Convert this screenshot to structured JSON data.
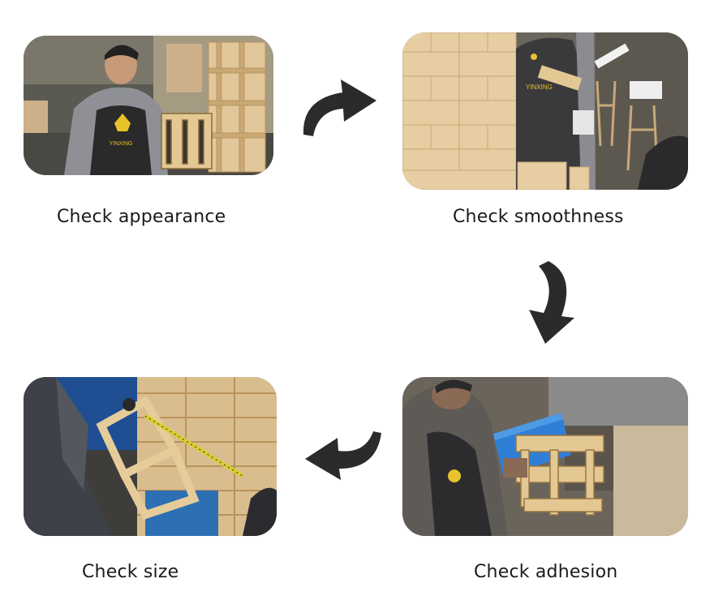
{
  "steps": [
    {
      "label": "Check appearance"
    },
    {
      "label": "Check smoothness"
    },
    {
      "label": "Check adhesion"
    },
    {
      "label": "Check size"
    }
  ],
  "photo_text": {
    "apron_brand": "YINXING"
  },
  "colors": {
    "arrow": "#2b2b2b",
    "wood": "#d9b98a",
    "caption": "#1a1a1a"
  },
  "icons": {
    "arrow_1": "curved-arrow-right-icon",
    "arrow_2": "curved-arrow-down-icon",
    "arrow_3": "curved-arrow-left-icon"
  }
}
